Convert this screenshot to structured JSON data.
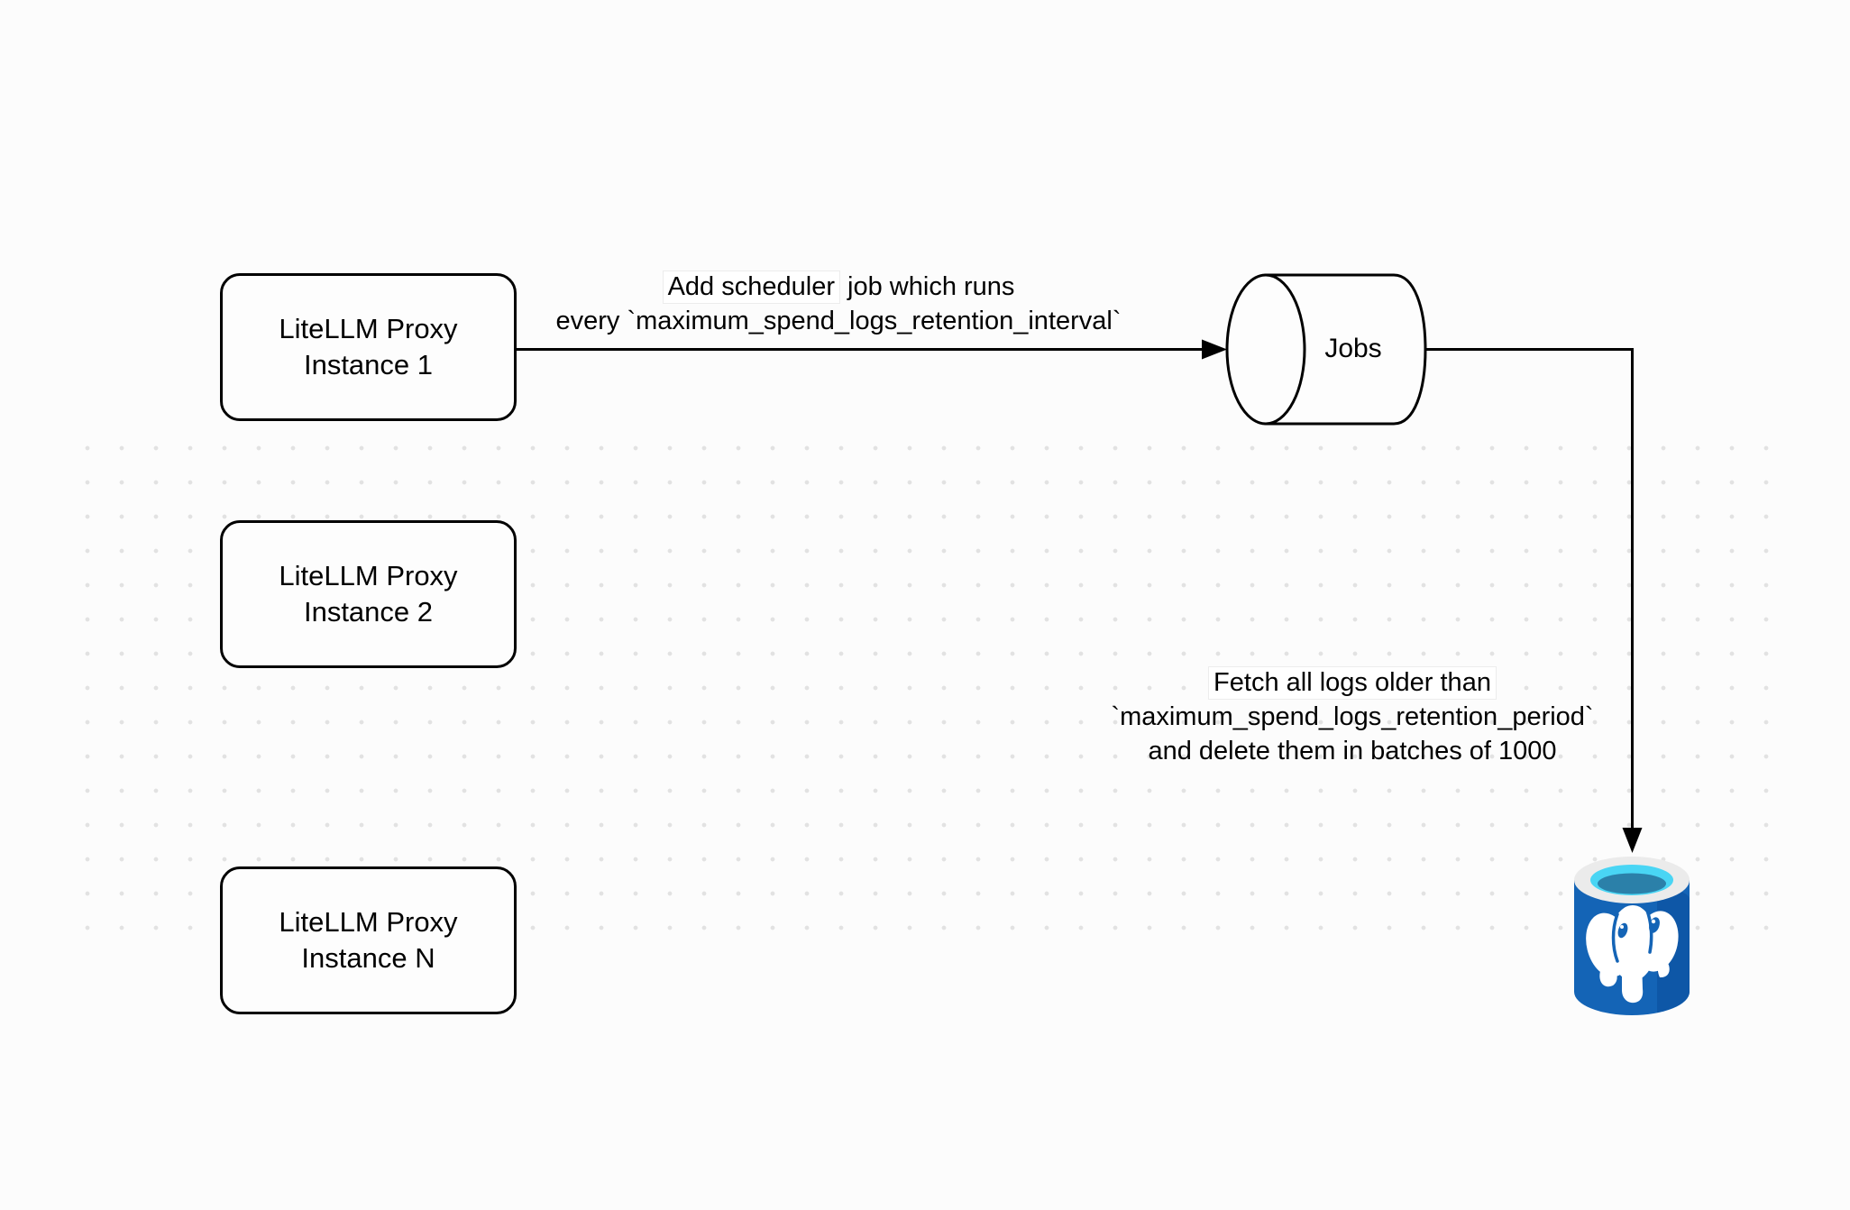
{
  "diagram": {
    "nodes": {
      "instance1": {
        "line1": "LiteLLM Proxy",
        "line2": "Instance 1"
      },
      "instance2": {
        "line1": "LiteLLM Proxy",
        "line2": "Instance 2"
      },
      "instanceN": {
        "line1": "LiteLLM Proxy",
        "line2": "Instance N"
      },
      "jobs": {
        "label": "Jobs"
      },
      "postgres": {
        "name": "PostgreSQL database"
      }
    },
    "edges": {
      "scheduler": {
        "label_line1_boxed": "Add scheduler",
        "label_line1_rest": " job which runs",
        "label_line2": "every `maximum_spend_logs_retention_interval`"
      },
      "fetch": {
        "label_line1": "Fetch all logs older than",
        "label_line2": "`maximum_spend_logs_retention_period`",
        "label_line3": "and delete them in batches of 1000"
      }
    },
    "colors": {
      "stroke": "#000000",
      "background": "#fcfcfc",
      "dot": "#e2e2e2",
      "shape_fill": "#fdfdfd",
      "postgres_body": "#1464b6",
      "postgres_body_dark": "#0d55a5",
      "postgres_rim": "#ebebeb",
      "postgres_water": "#49d5f4",
      "postgres_water_dark": "#2b80a9",
      "elephant": "#ffffff"
    }
  }
}
